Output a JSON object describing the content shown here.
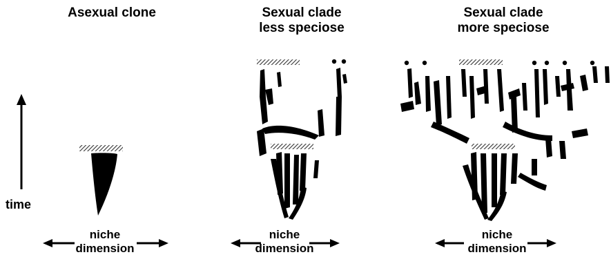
{
  "panels": [
    {
      "title_line1": "Asexual clone",
      "title_line2": "",
      "axis_line1": "niche",
      "axis_line2": "dimension"
    },
    {
      "title_line1": "Sexual clade",
      "title_line2": "less speciose",
      "axis_line1": "niche",
      "axis_line2": "dimension"
    },
    {
      "title_line1": "Sexual clade",
      "title_line2": "more speciose",
      "axis_line1": "niche",
      "axis_line2": "dimension"
    }
  ],
  "time_axis": {
    "label": "time"
  }
}
